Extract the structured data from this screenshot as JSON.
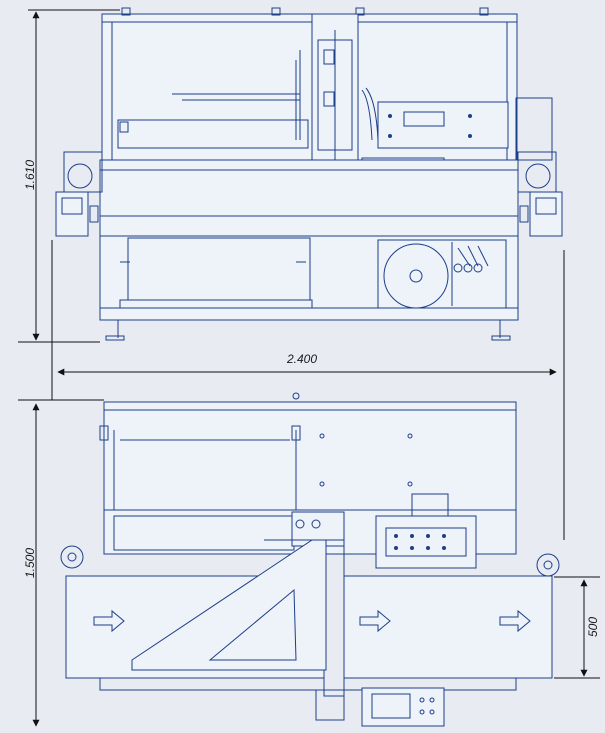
{
  "drawing": {
    "dimensions": {
      "height_front": "1.610",
      "width_overall": "2.400",
      "depth_top": "1.500",
      "conveyor_width": "500"
    },
    "colors": {
      "background": "#e8ecf2",
      "machine_line": "#1c3f8a",
      "machine_fill": "#eef2f9",
      "dimension_line": "#111111"
    },
    "views": {
      "front": {
        "component_icons": [
          "frame",
          "control-panel",
          "film-roll",
          "conveyor-roller",
          "leveling-foot"
        ]
      },
      "top": {
        "component_icons": [
          "conveyor-belt",
          "flow-arrow",
          "triangle-folder",
          "control-panel"
        ]
      }
    }
  }
}
